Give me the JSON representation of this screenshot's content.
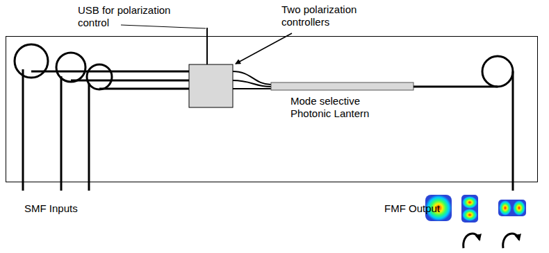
{
  "diagram": {
    "labels": [
      "USB for polarization control",
      "Two polarization controllers",
      "Mode selective Photonic Lantern",
      "SMF Inputs",
      "FMF Output"
    ]
  }
}
